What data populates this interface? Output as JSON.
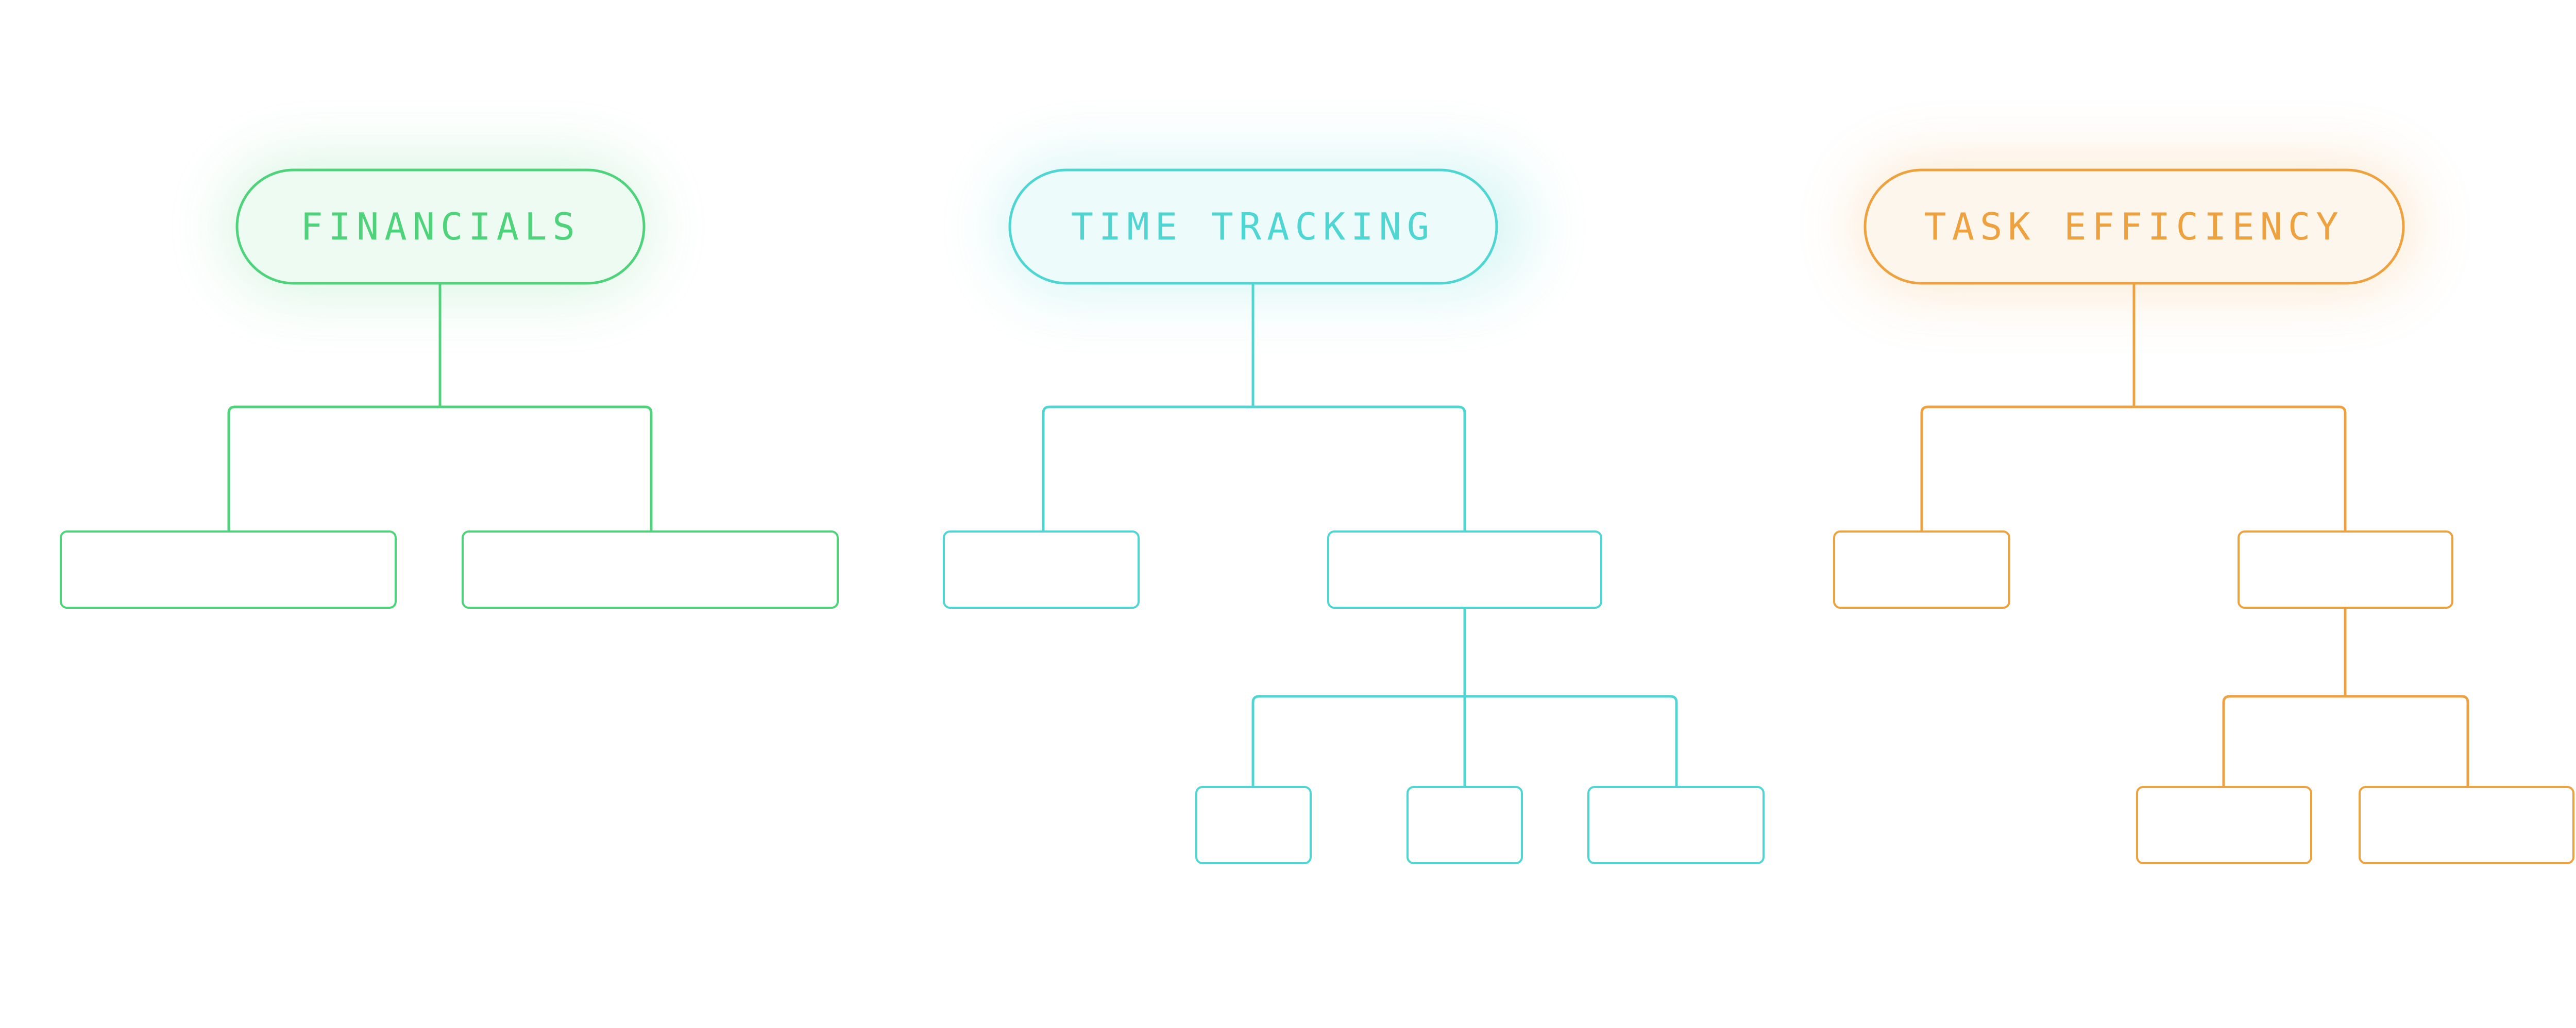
{
  "colors": {
    "background": "#ffffff",
    "green": "#4fd37a",
    "teal": "#4fd6d2",
    "orange": "#eea23f"
  },
  "trees": [
    {
      "id": "financials",
      "label": "FINANCIALS",
      "color": "#4fd37a",
      "children": [
        {
          "id": "financials-child-1",
          "children": []
        },
        {
          "id": "financials-child-2",
          "children": []
        }
      ]
    },
    {
      "id": "time-tracking",
      "label": "TIME TRACKING",
      "color": "#4fd6d2",
      "children": [
        {
          "id": "time-tracking-child-1",
          "children": []
        },
        {
          "id": "time-tracking-child-2",
          "children": [
            {
              "id": "time-tracking-grandchild-1"
            },
            {
              "id": "time-tracking-grandchild-2"
            },
            {
              "id": "time-tracking-grandchild-3"
            }
          ]
        }
      ]
    },
    {
      "id": "task-efficiency",
      "label": "TASK EFFICIENCY",
      "color": "#eea23f",
      "children": [
        {
          "id": "task-efficiency-child-1",
          "children": []
        },
        {
          "id": "task-efficiency-child-2",
          "children": [
            {
              "id": "task-efficiency-grandchild-1"
            },
            {
              "id": "task-efficiency-grandchild-2"
            }
          ]
        }
      ]
    }
  ]
}
